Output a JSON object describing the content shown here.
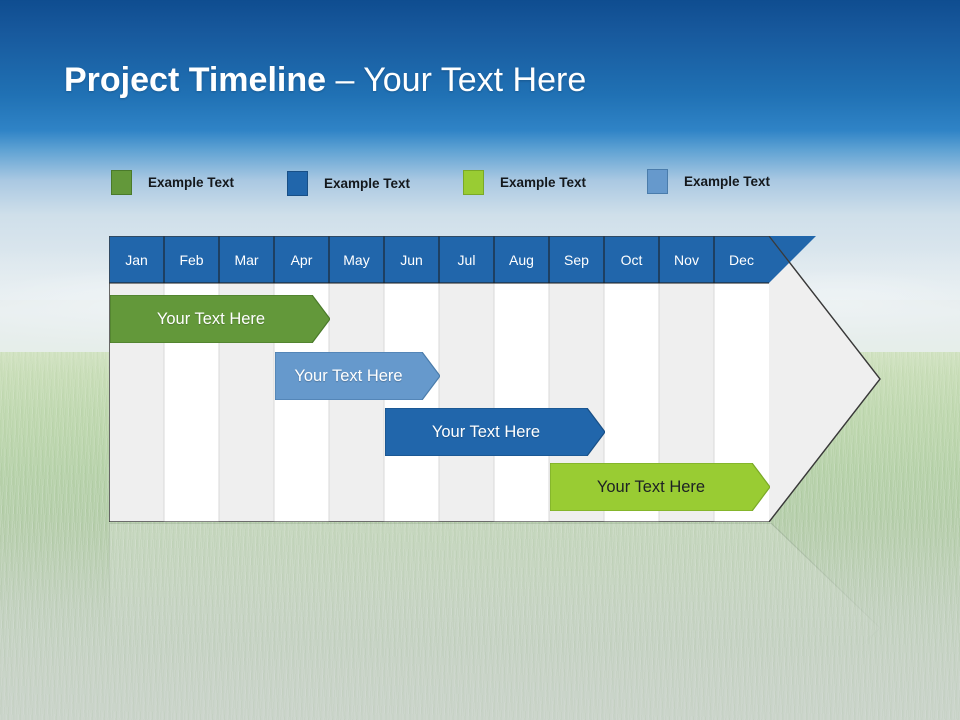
{
  "title": {
    "strong": "Project Timeline",
    "light": " – Your Text Here"
  },
  "legend": {
    "items": [
      {
        "label": "Example Text",
        "color": "#63983a",
        "border": "#4a7a2a"
      },
      {
        "label": "Example Text",
        "color": "#2166ab",
        "border": "#184f86"
      },
      {
        "label": "Example Text",
        "color": "#99cc33",
        "border": "#7aa927"
      },
      {
        "label": "Example Text",
        "color": "#6699cc",
        "border": "#4a7cab"
      }
    ]
  },
  "chart_data": {
    "type": "bar",
    "title": "Project Timeline – Your Text Here",
    "xlabel": "",
    "ylabel": "",
    "categories": [
      "Jan",
      "Feb",
      "Mar",
      "Apr",
      "May",
      "Jun",
      "Jul",
      "Aug",
      "Sep",
      "Oct",
      "Nov",
      "Dec"
    ],
    "header_fill": "#2166ab",
    "grid": true,
    "legend_position": "top",
    "tasks": [
      {
        "label": "Your  Text Here",
        "start_month": "Jan",
        "end_month": "Apr",
        "start_index": 0,
        "end_index": 4,
        "color": "#63983a",
        "border": "#4a7a2a",
        "text_color": "#ffffff",
        "row": 1
      },
      {
        "label": "Your  Text Here",
        "start_month": "Apr",
        "end_month": "Jul",
        "start_index": 3,
        "end_index": 6,
        "color": "#6699cc",
        "border": "#4a7cab",
        "text_color": "#ffffff",
        "row": 2
      },
      {
        "label": "Your  Text Here",
        "start_month": "Jun",
        "end_month": "Oct",
        "start_index": 5,
        "end_index": 9,
        "color": "#2166ab",
        "border": "#184f86",
        "text_color": "#ffffff",
        "row": 3
      },
      {
        "label": "Your  Text Here",
        "start_month": "Sep",
        "end_month": "Dec",
        "start_index": 8,
        "end_index": 12,
        "color": "#99cc33",
        "border": "#7aa927",
        "text_color": "#1d2124",
        "row": 4
      }
    ]
  }
}
